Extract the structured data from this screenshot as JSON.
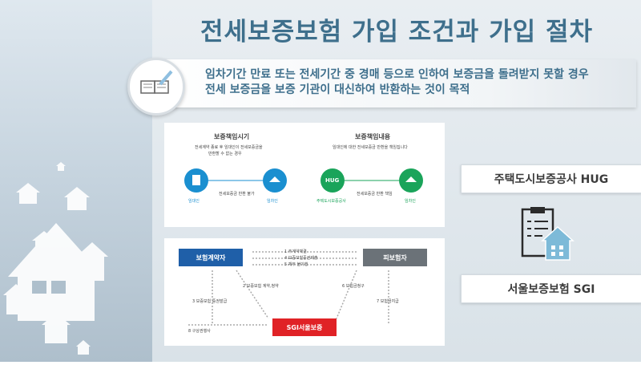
{
  "slide": {
    "title": "전세보증보험 가입 조건과 가입 절차",
    "banner_line1": "임차기간 만료 또는 전세기간 중 경매 등으로 인하여 보증금을 돌려받지 못할 경우",
    "banner_line2": "전세 보증금을 보증 기관이 대신하여 반환하는 것이 목적"
  },
  "diagram1": {
    "left_title": "보증책임시기",
    "left_desc1": "전세계약 종료 후 임대인이 전세보증금을",
    "left_desc2": "반환할 수 없는 경우",
    "left_node1": "임대인",
    "left_node2": "임차인",
    "left_link": "전세보증금 반환 불가",
    "right_title": "보증책임내용",
    "right_desc": "임대인에 대한 전세보증금 반환을 책임집니다",
    "hug_label": "HUG",
    "right_node1": "주택도시보증공사",
    "right_node2": "임차인",
    "right_link": "전세보증금 반환 책임"
  },
  "diagram2": {
    "box_contractor": "보험계약자",
    "box_insured": "피보험자",
    "box_sgi": "SGI서울보증",
    "step1": "주계약체결",
    "step4": "보증보험증권제출",
    "step5": "채무 불이행",
    "step2": "보증보험 계약,청약",
    "step3": "보증보험 증권발급",
    "step6": "보험금청구",
    "step7": "보험금지급",
    "step8": "구상권행사",
    "n1": "1",
    "n2": "2",
    "n3": "3",
    "n4": "4",
    "n5": "5",
    "n6": "6",
    "n7": "7",
    "n8": "8"
  },
  "side": {
    "hug_button": "주택도시보증공사 HUG",
    "sgi_button": "서울보증보험 SGI"
  },
  "colors": {
    "accent": "#3e6f8c",
    "blue": "#1a8fd0",
    "green": "#1aa45a",
    "contractor": "#1f5fa8",
    "insured": "#6b7278",
    "sgi": "#e02226"
  },
  "icons": [
    "house-icon",
    "book-pencil-icon",
    "document-house-icon",
    "key-icon",
    "handshake-icon"
  ]
}
